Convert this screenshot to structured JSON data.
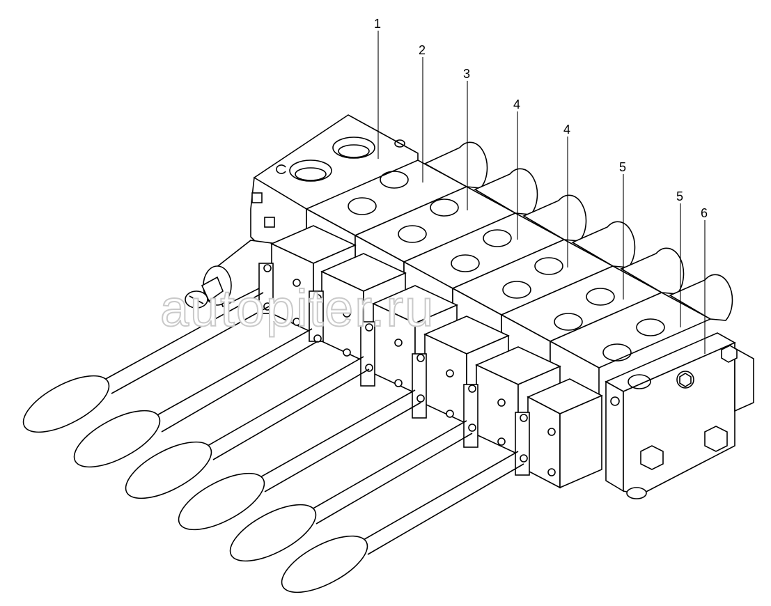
{
  "callouts": [
    {
      "label": "1"
    },
    {
      "label": "2"
    },
    {
      "label": "3"
    },
    {
      "label": "4"
    },
    {
      "label": "4"
    },
    {
      "label": "5"
    },
    {
      "label": "5"
    },
    {
      "label": "6"
    }
  ],
  "watermark": "autopiter.ru",
  "colors": {
    "line": "#000000",
    "background": "#ffffff",
    "watermark": "#c9c9c9"
  }
}
